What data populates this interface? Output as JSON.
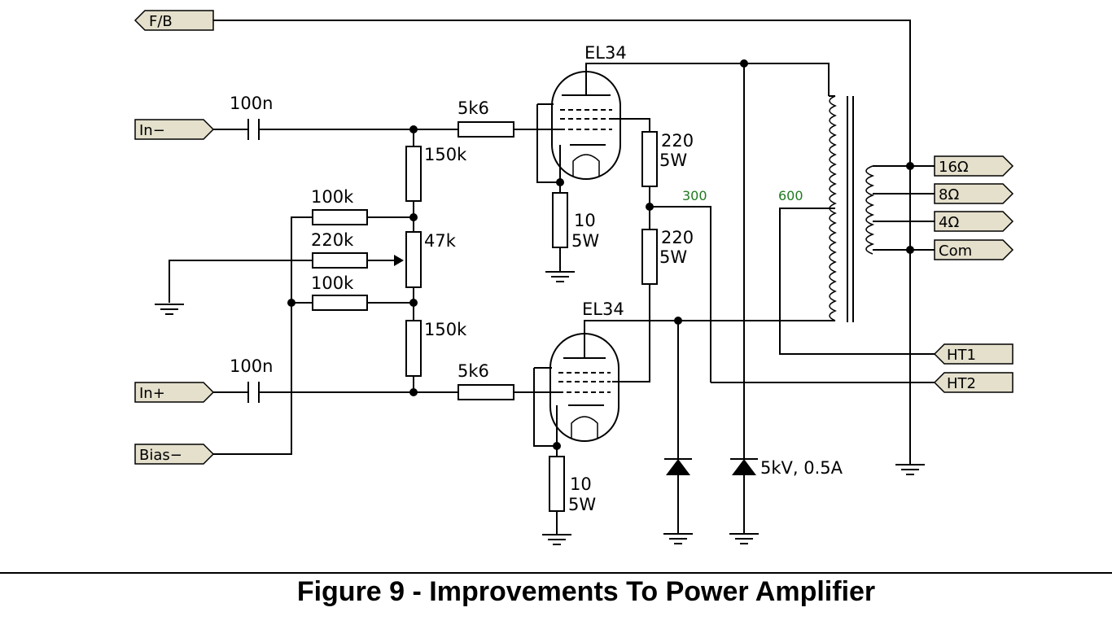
{
  "caption": "Figure 9 - Improvements To Power Amplifier",
  "ports": {
    "fb": "F/B",
    "in_minus": "In−",
    "in_plus": "In+",
    "bias_minus": "Bias−",
    "out_16": "16Ω",
    "out_8": "8Ω",
    "out_4": "4Ω",
    "out_com": "Com",
    "ht1": "HT1",
    "ht2": "HT2"
  },
  "components": {
    "cap_top": "100n",
    "cap_bottom": "100n",
    "r_grid_top": "5k6",
    "r_grid_bottom": "5k6",
    "r_150k_top": "150k",
    "r_150k_bottom": "150k",
    "r_100k_top": "100k",
    "r_220k": "220k",
    "r_100k_bottom": "100k",
    "pot_47k": "47k",
    "tube_top": "EL34",
    "tube_bottom": "EL34",
    "r_cathode_top_val": "10",
    "r_cathode_top_pow": "5W",
    "r_cathode_bottom_val": "10",
    "r_cathode_bottom_pow": "5W",
    "r_g2_top_val": "220",
    "r_g2_top_pow": "5W",
    "r_g2_bottom_val": "220",
    "r_g2_bottom_pow": "5W",
    "diode_rating": "5kV, 0.5A"
  },
  "voltages": {
    "v300": "300",
    "v600": "600"
  }
}
